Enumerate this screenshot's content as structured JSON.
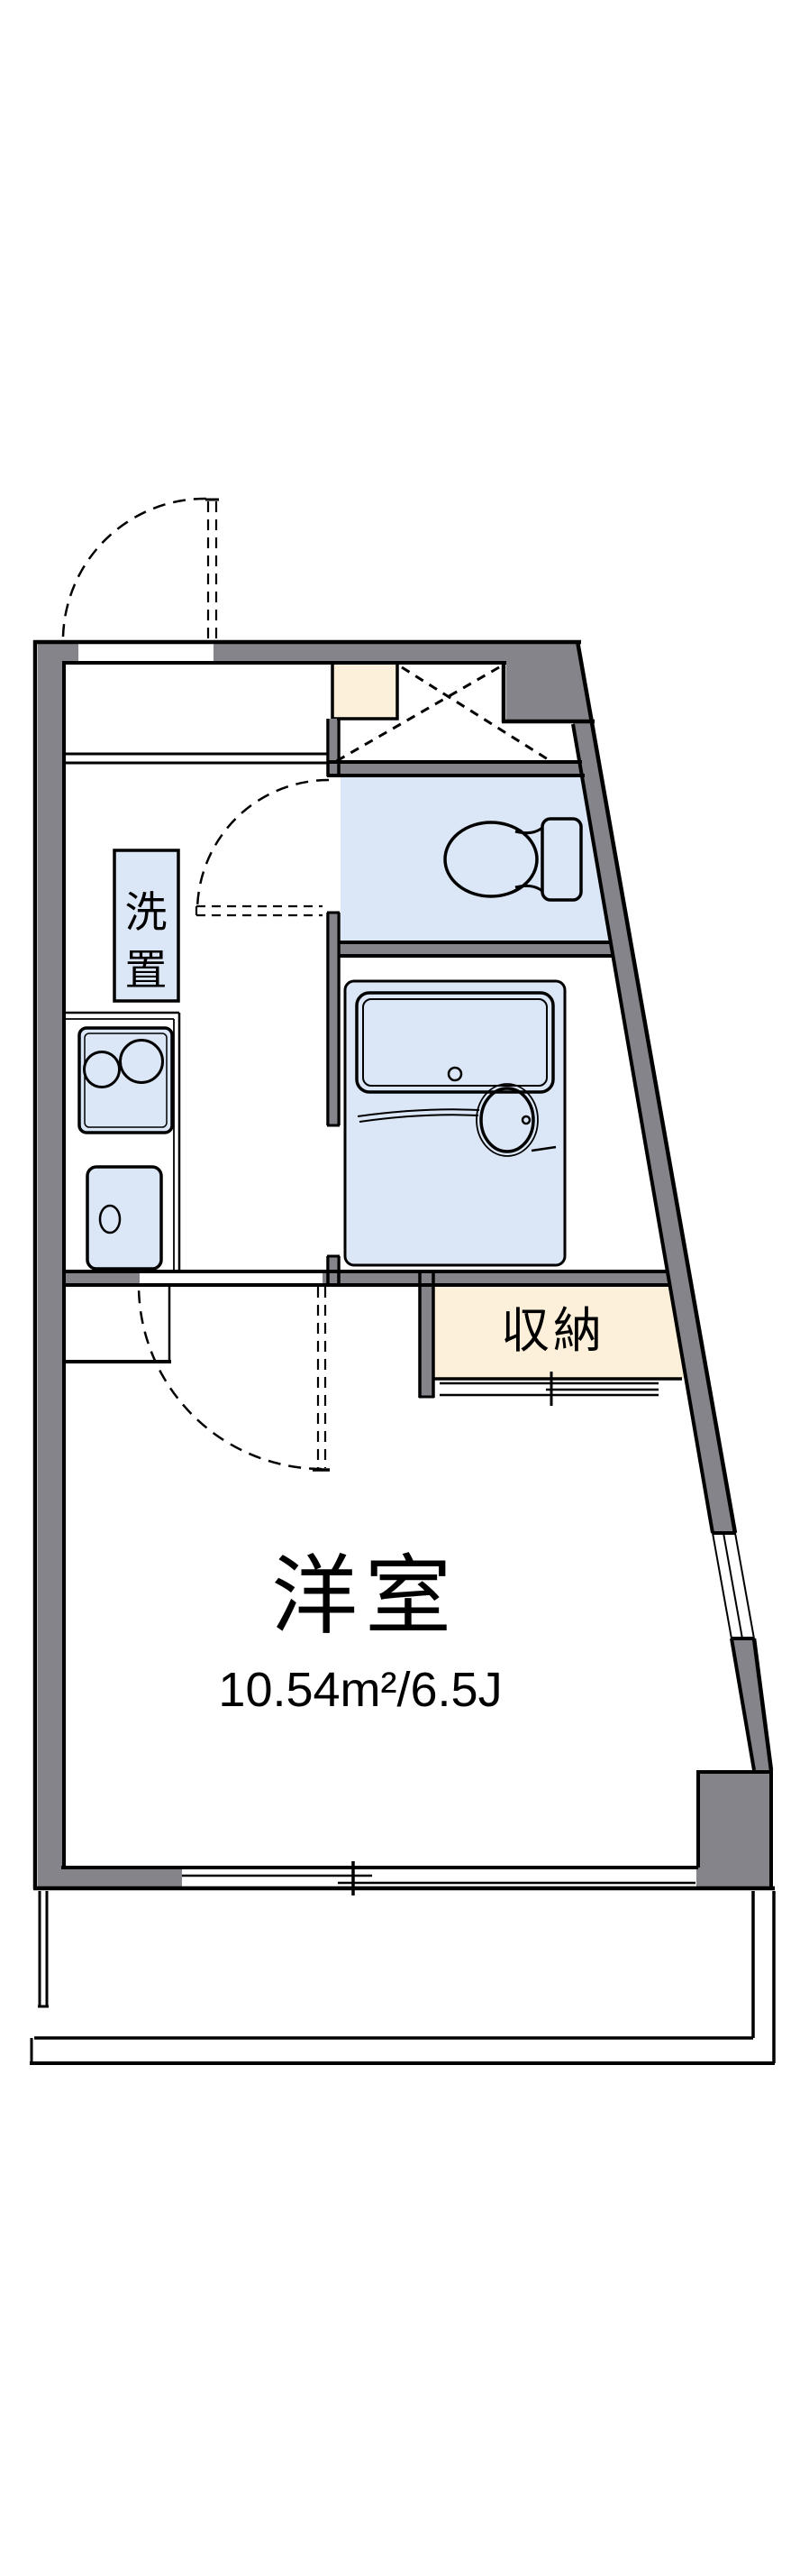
{
  "floorplan": {
    "rooms": {
      "main_room": {
        "label": "洋室",
        "area": "10.54m²/6.5J"
      },
      "storage": {
        "label": "収納"
      },
      "washer_space": {
        "char1": "洗",
        "char2": "置"
      }
    },
    "colors": {
      "wall_gray": "#84848a",
      "water_room_blue": "#dbe6f7",
      "closet_beige": "#fcf0da",
      "outline_black": "#000000",
      "background": "#ffffff"
    }
  }
}
